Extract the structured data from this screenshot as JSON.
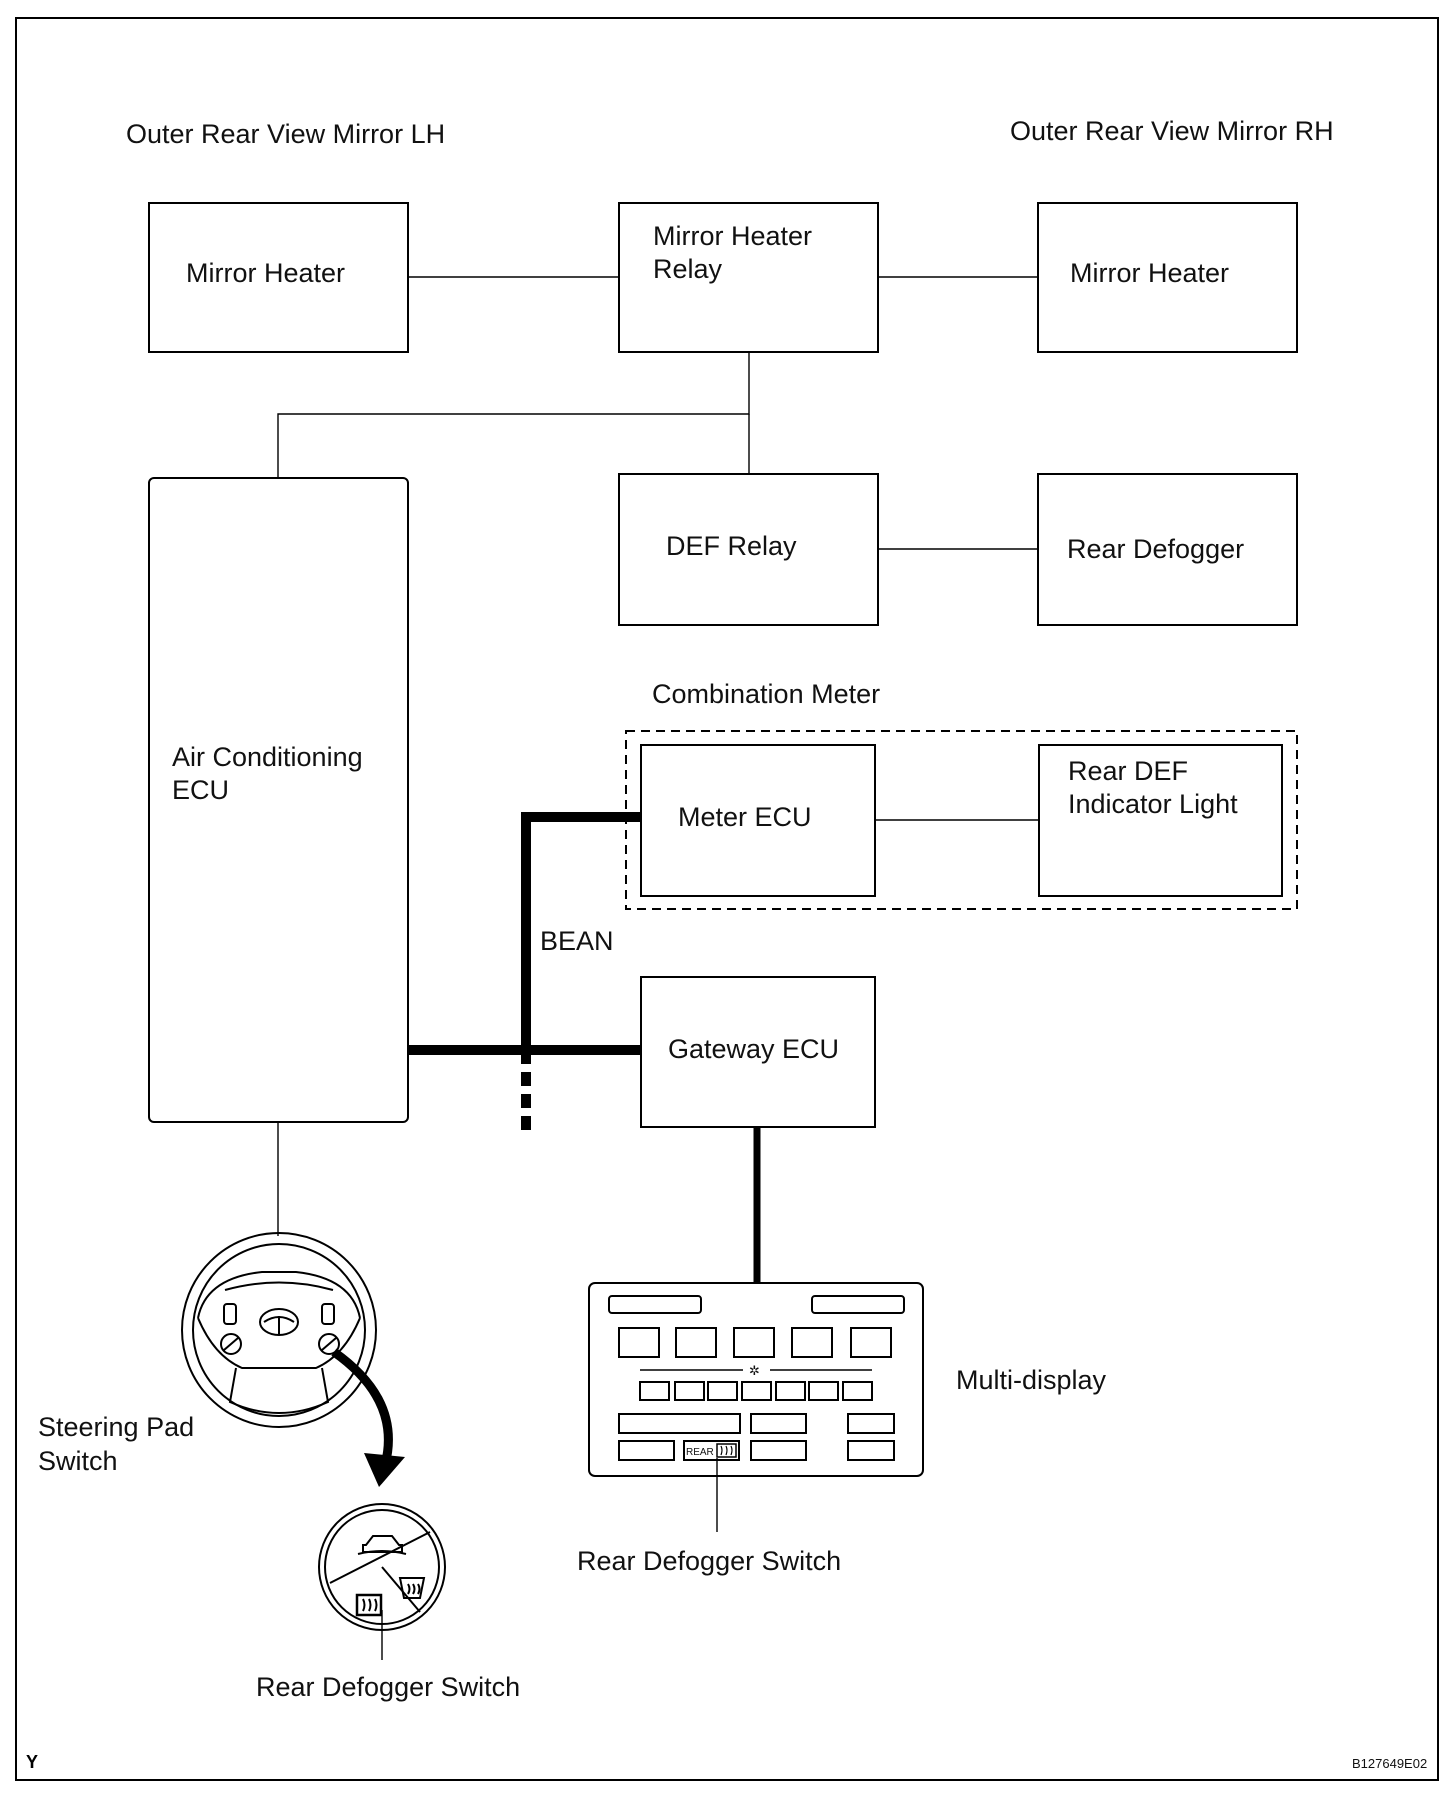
{
  "labels": {
    "mirror_lh_title": "Outer Rear View Mirror LH",
    "mirror_rh_title": "Outer Rear View Mirror RH",
    "mirror_heater_lh": "Mirror Heater",
    "mirror_heater_relay_line1": "Mirror Heater",
    "mirror_heater_relay_line2": "Relay",
    "mirror_heater_rh": "Mirror Heater",
    "def_relay": "DEF Relay",
    "rear_defogger": "Rear Defogger",
    "combination_meter": "Combination Meter",
    "ac_ecu_line1": "Air Conditioning",
    "ac_ecu_line2": "ECU",
    "meter_ecu": "Meter ECU",
    "rear_def_indicator_line1": "Rear DEF",
    "rear_def_indicator_line2": "Indicator Light",
    "bean": "BEAN",
    "gateway_ecu": "Gateway ECU",
    "multi_display": "Multi-display",
    "steering_pad_line1": "Steering Pad",
    "steering_pad_line2": "Switch",
    "rear_defogger_switch_md": "Rear Defogger Switch",
    "rear_defogger_switch_sp": "Rear Defogger Switch",
    "rear_button": "REAR",
    "corner_y": "Y",
    "figure_code": "B127649E02"
  },
  "icons": {
    "steering_wheel": "steering-wheel-icon",
    "pad_zoom": "steering-pad-switch-icon",
    "defogger_symbol": "rear-defogger-icon",
    "fan_symbol": "fan-icon"
  }
}
